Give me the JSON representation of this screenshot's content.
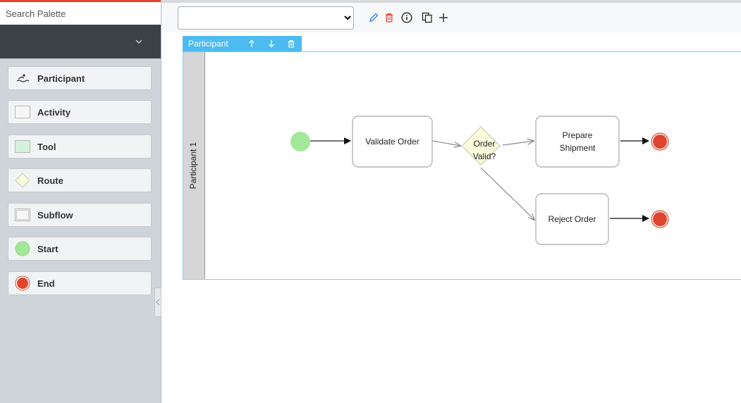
{
  "palette": {
    "search_placeholder": "Search Palette",
    "items": [
      {
        "label": "Participant",
        "icon": "swimmer-icon"
      },
      {
        "label": "Activity",
        "icon": "activity-box-icon"
      },
      {
        "label": "Tool",
        "icon": "tool-box-icon"
      },
      {
        "label": "Route",
        "icon": "route-diamond-icon"
      },
      {
        "label": "Subflow",
        "icon": "subflow-box-icon"
      },
      {
        "label": "Start",
        "icon": "start-circle-icon"
      },
      {
        "label": "End",
        "icon": "end-circle-icon"
      }
    ]
  },
  "toolbar": {
    "process_select_value": "",
    "buttons": [
      "edit-icon",
      "delete-icon",
      "info-icon",
      "copy-icon",
      "add-icon"
    ]
  },
  "lane": {
    "header_label": "Participant",
    "name": "Participant 1"
  },
  "diagram": {
    "nodes": {
      "validate": "Validate Order",
      "route_line1": "Order",
      "route_line2": "Valid?",
      "prepare_line1": "Prepare",
      "prepare_line2": "Shipment",
      "reject": "Reject Order"
    }
  },
  "colors": {
    "accent": "#4dbaf0",
    "start": "#a3e89a",
    "end": "#e0452f",
    "route_fill": "#fafadc",
    "tool_fill": "#d5f0dc"
  }
}
